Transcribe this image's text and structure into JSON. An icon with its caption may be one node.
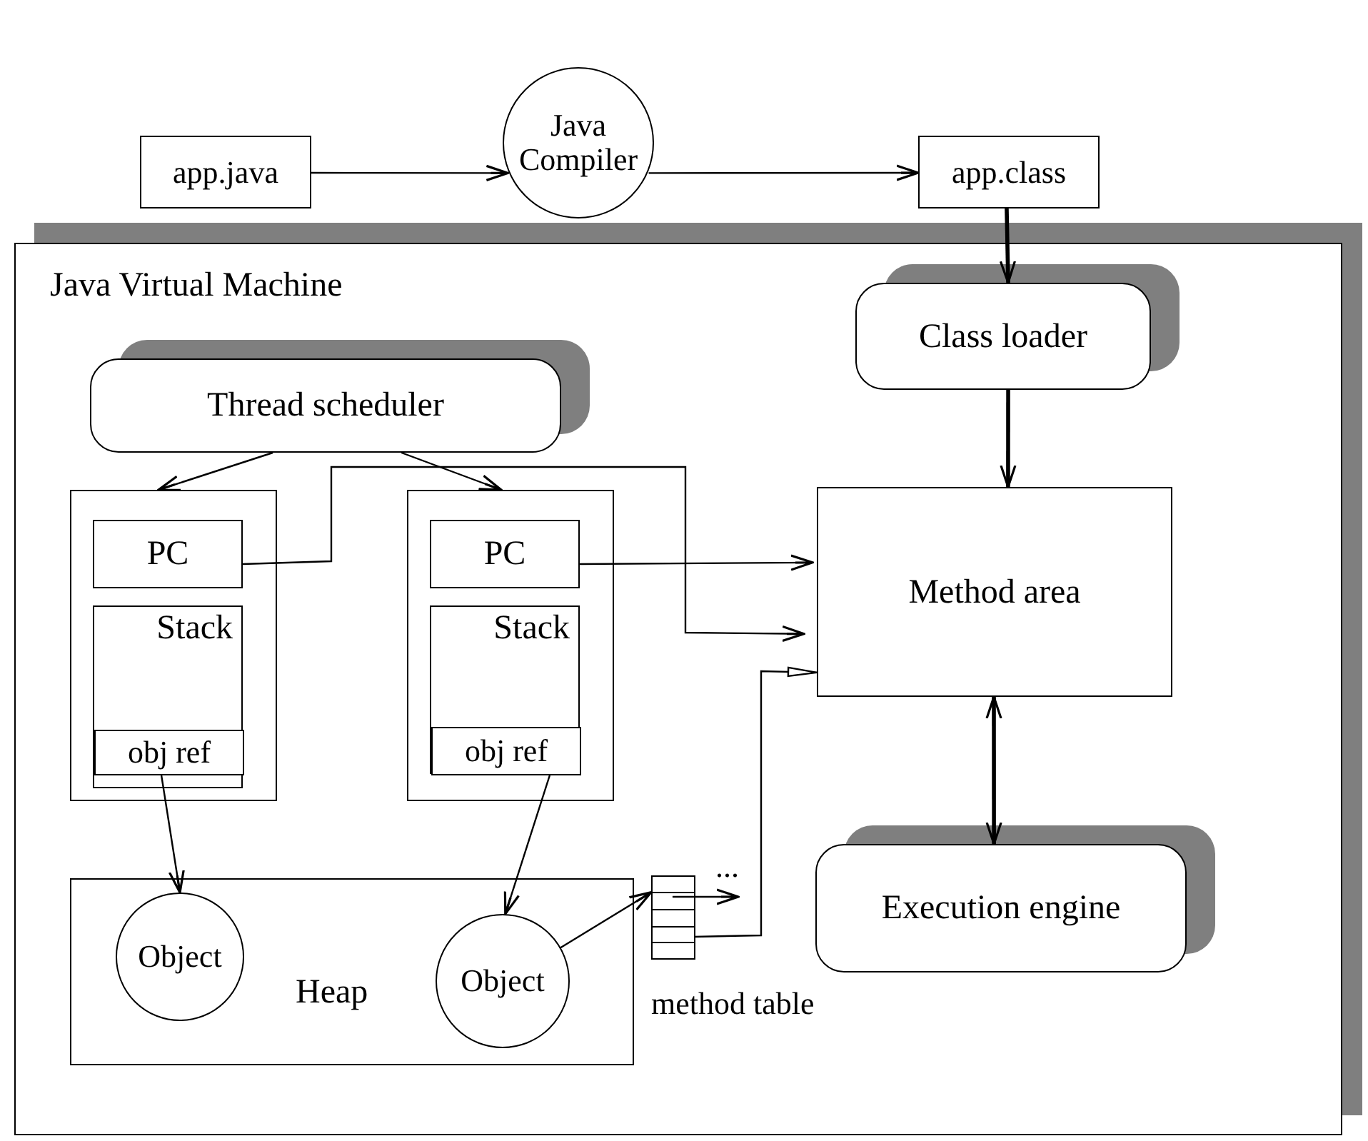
{
  "diagram": {
    "nodes": [
      {
        "text": [
          "app.java"
        ]
      },
      {
        "text": [
          "Java Compiler"
        ]
      },
      {
        "text": [
          "app.class"
        ]
      },
      {
        "text": [
          "Java Virtual Machine"
        ]
      },
      {
        "text": [
          "Class loader"
        ],
        "in": 3
      },
      {
        "text": [
          "Thread scheduler"
        ],
        "in": 3
      },
      {
        "text": [],
        "shape": "box",
        "in": 3
      },
      {
        "text": [
          "PC"
        ],
        "in": 6
      },
      {
        "text": [
          "Stack"
        ],
        "in": 6
      },
      {
        "text": [
          "obj ref"
        ],
        "in": 8
      },
      {
        "text": [],
        "shape": "box",
        "in": 3
      },
      {
        "text": [
          "PC"
        ],
        "in": 10
      },
      {
        "text": [
          "Stack"
        ],
        "in": 10
      },
      {
        "text": [
          "obj ref"
        ],
        "in": 12
      },
      {
        "text": [
          "Method area"
        ],
        "in": 3
      },
      {
        "text": [
          "Execution engine"
        ],
        "in": 3
      },
      {
        "text": [
          "Heap"
        ],
        "in": 3
      },
      {
        "text": [
          "Object"
        ],
        "in": 16
      },
      {
        "text": [
          "Object"
        ],
        "in": 16
      },
      {
        "text": [
          "method table"
        ],
        "in": 3
      },
      {
        "text": [
          "..."
        ],
        "in": 3
      }
    ],
    "edges": [
      {
        "from": 0,
        "to": 1,
        "arrow": "to"
      },
      {
        "from": 1,
        "to": 2,
        "arrow": "to"
      },
      {
        "from": 2,
        "to": 4,
        "arrow": "to",
        "style": "thick"
      },
      {
        "from": 4,
        "to": 14,
        "arrow": "to",
        "style": "thick"
      },
      {
        "from": 14,
        "to": 15,
        "arrow": "both",
        "style": "thick"
      },
      {
        "from": 5,
        "to": 6,
        "arrow": "to"
      },
      {
        "from": 5,
        "to": 10,
        "arrow": "to"
      },
      {
        "from": 7,
        "to": 14,
        "arrow": "to"
      },
      {
        "from": 11,
        "to": 14,
        "arrow": "to"
      },
      {
        "from": 9,
        "to": 17,
        "arrow": "to"
      },
      {
        "from": 13,
        "to": 18,
        "arrow": "to"
      },
      {
        "from": 18,
        "to": 19,
        "arrow": "to"
      },
      {
        "from": 19,
        "to": 20,
        "arrow": "to"
      },
      {
        "from": 19,
        "to": 14,
        "arrow": "to"
      }
    ]
  }
}
